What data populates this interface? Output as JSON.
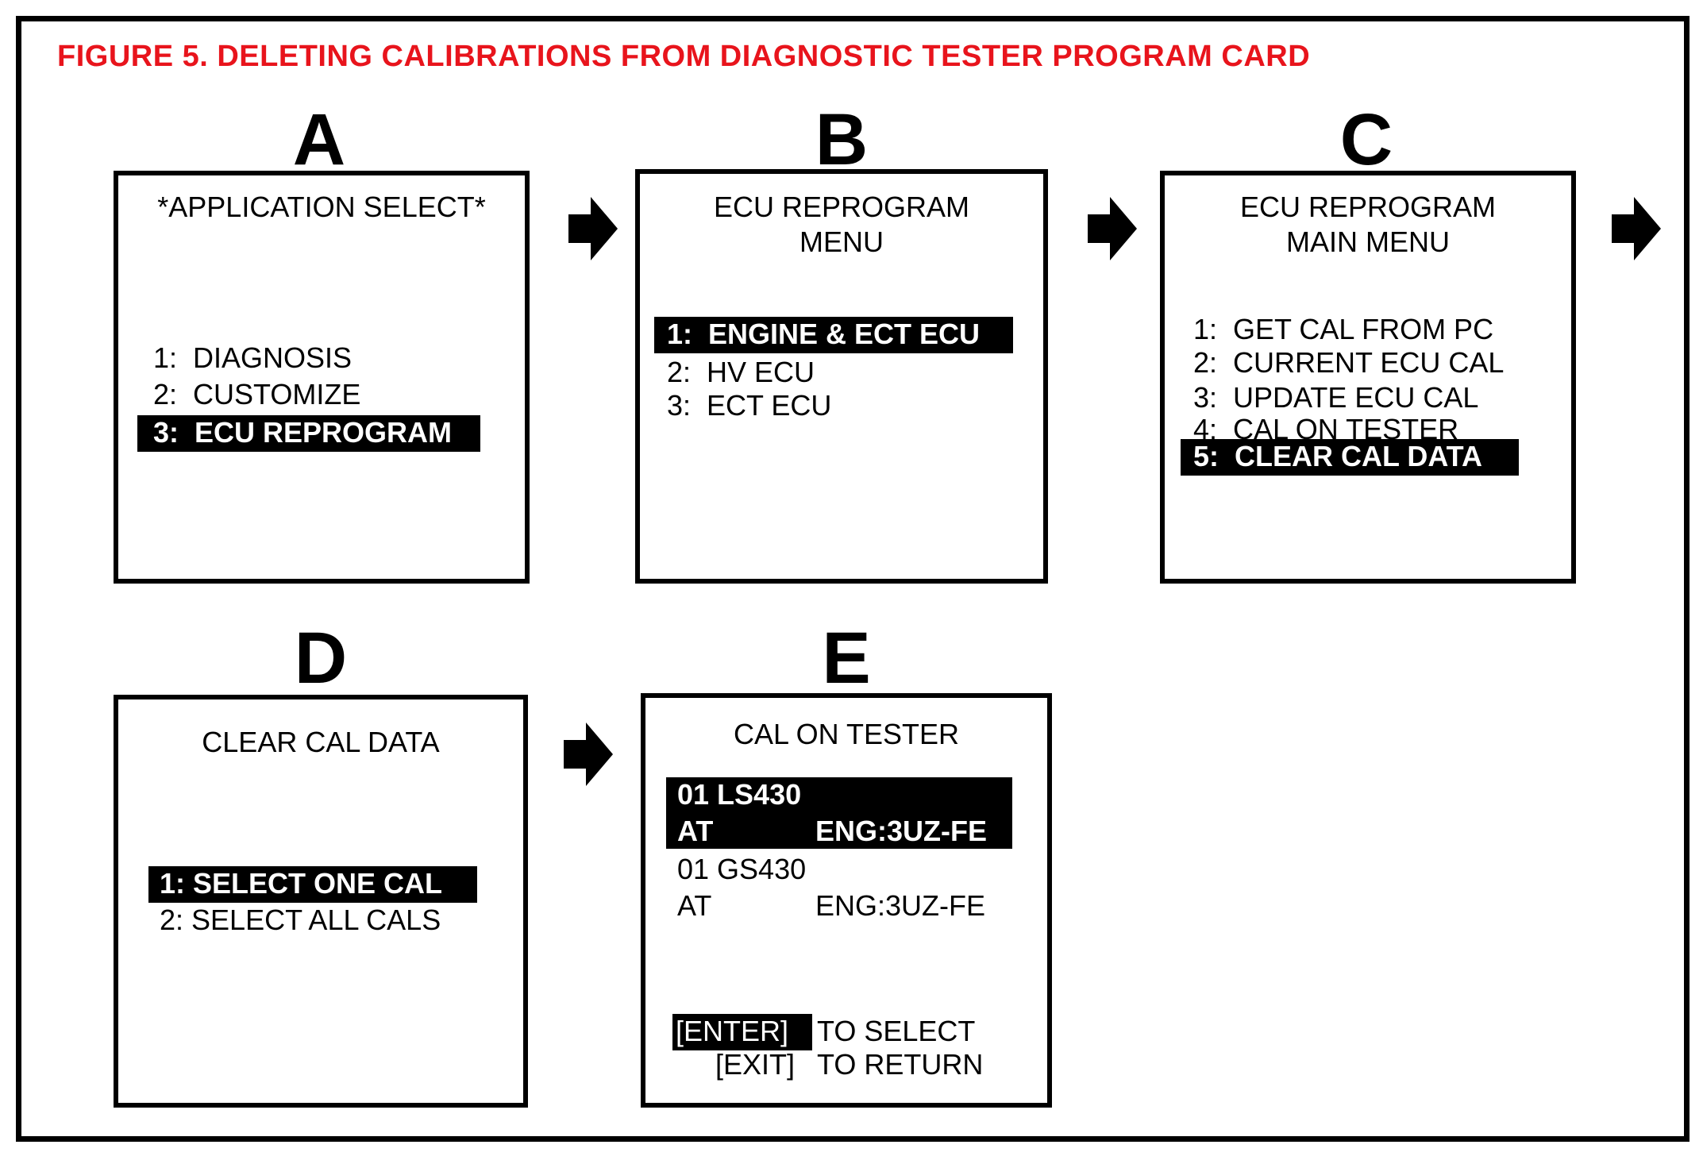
{
  "figure": {
    "title": "FIGURE 5.  DELETING CALIBRATIONS FROM DIAGNOSTIC TESTER PROGRAM CARD",
    "title_color": "#e8141c"
  },
  "panels": {
    "A": {
      "letter": "A",
      "heading": "*APPLICATION SELECT*",
      "items": [
        "1:  DIAGNOSIS",
        "2:  CUSTOMIZE"
      ],
      "selected": "3:  ECU REPROGRAM"
    },
    "B": {
      "letter": "B",
      "heading_1": "ECU REPROGRAM",
      "heading_2": "MENU",
      "selected": "1:  ENGINE & ECT ECU",
      "items": [
        "2:  HV ECU",
        "3:  ECT ECU"
      ]
    },
    "C": {
      "letter": "C",
      "heading_1": "ECU REPROGRAM",
      "heading_2": "MAIN MENU",
      "items": [
        "1:  GET CAL FROM PC",
        "2:  CURRENT ECU CAL",
        "3:  UPDATE ECU CAL",
        "4:  CAL ON TESTER"
      ],
      "selected": "5:  CLEAR CAL DATA"
    },
    "D": {
      "letter": "D",
      "heading": "CLEAR CAL DATA",
      "selected": "1: SELECT ONE CAL",
      "items": [
        "2: SELECT ALL CALS"
      ]
    },
    "E": {
      "letter": "E",
      "heading": "CAL ON TESTER",
      "selected_line_1": "01 LS430",
      "selected_trans": "AT",
      "selected_engine": "ENG:3UZ-FE",
      "item_line_1": "01 GS430",
      "item_trans": "AT",
      "item_engine": "ENG:3UZ-FE",
      "enter_key": "[ENTER]",
      "enter_text": "TO SELECT",
      "exit_key": "[EXIT]",
      "exit_text": "TO RETURN"
    }
  },
  "icons": {
    "arrow": "right-arrow-icon"
  }
}
